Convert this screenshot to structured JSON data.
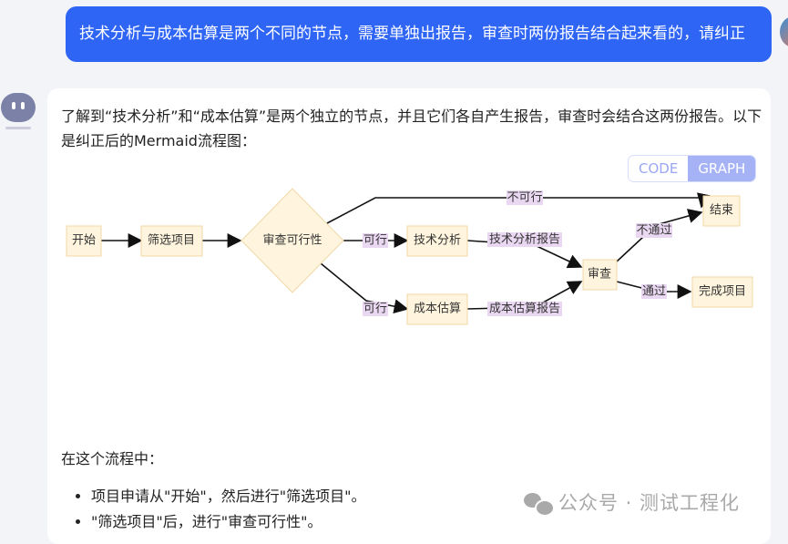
{
  "user_message": "技术分析与成本估算是两个不同的节点，需要单独出报告，审查时两份报告结合起来看的，请纠正",
  "reply": {
    "intro": "了解到“技术分析”和“成本估算”是两个独立的节点，并且它们各自产生报告，审查时会结合这两份报告。以下是纠正后的Mermaid流程图：",
    "toggle": {
      "code": "CODE",
      "graph": "GRAPH",
      "active": "GRAPH"
    },
    "flow": {
      "nodes": {
        "start": "开始",
        "filter": "筛选项目",
        "feasibility": "审查可行性",
        "tech": "技术分析",
        "cost": "成本估算",
        "review": "审查",
        "end": "结束",
        "complete": "完成项目"
      },
      "edges": {
        "not_feasible": "不可行",
        "feasible1": "可行",
        "feasible2": "可行",
        "tech_report": "技术分析报告",
        "cost_report": "成本估算报告",
        "fail": "不通过",
        "pass": "通过"
      }
    },
    "summary": "在这个流程中：",
    "bullets": [
      "项目申请从\"开始\"，然后进行\"筛选项目\"。",
      "\"筛选项目\"后，进行\"审查可行性\"。"
    ]
  },
  "watermark": "公众号 · 测试工程化",
  "colors": {
    "user_bubble": "#2f65f5",
    "node_fill": "#fff4dd",
    "edge_label_bg": "#ead8f2"
  }
}
